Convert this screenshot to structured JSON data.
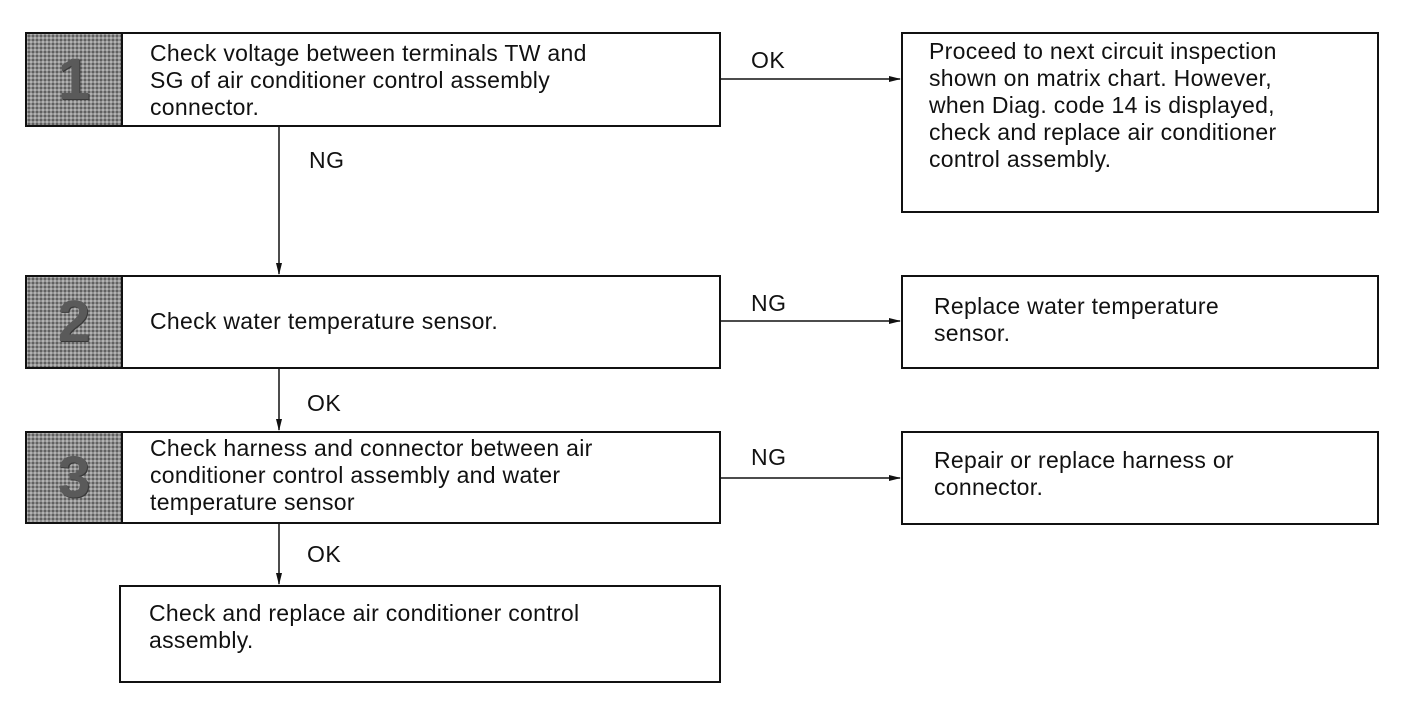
{
  "steps": [
    {
      "number": "1",
      "text": "Check voltage between terminals TW and\nSG of air conditioner control assembly\nconnector."
    },
    {
      "number": "2",
      "text": "Check water temperature sensor."
    },
    {
      "number": "3",
      "text": "Check harness and connector between air\nconditioner control assembly and water\ntemperature sensor"
    }
  ],
  "final_box": {
    "text": "Check and replace air conditioner control\nassembly."
  },
  "results": [
    {
      "text": "Proceed to next circuit inspection\nshown on matrix chart. However,\nwhen Diag. code 14 is displayed,\ncheck and replace air conditioner\ncontrol assembly."
    },
    {
      "text": "Replace water temperature\nsensor."
    },
    {
      "text": "Repair or replace harness or\nconnector."
    }
  ],
  "labels": {
    "step1_right": "OK",
    "step1_down": "NG",
    "step2_right": "NG",
    "step2_down": "OK",
    "step3_right": "NG",
    "step3_down": "OK"
  }
}
